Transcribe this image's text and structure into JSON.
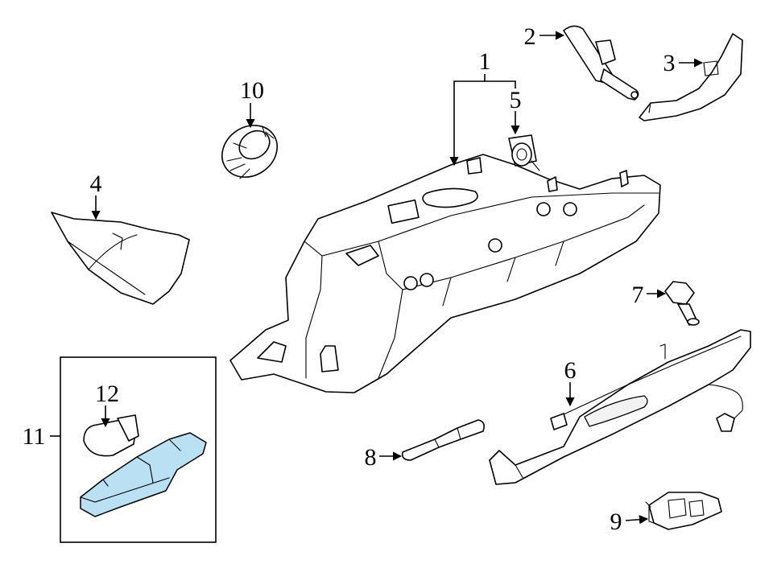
{
  "highlight_color": "#b9e1f3",
  "callouts": {
    "p1": "1",
    "p2": "2",
    "p3": "3",
    "p4": "4",
    "p5": "5",
    "p6": "6",
    "p7": "7",
    "p8": "8",
    "p9": "9",
    "p10": "10",
    "p11": "11",
    "p12": "12"
  }
}
